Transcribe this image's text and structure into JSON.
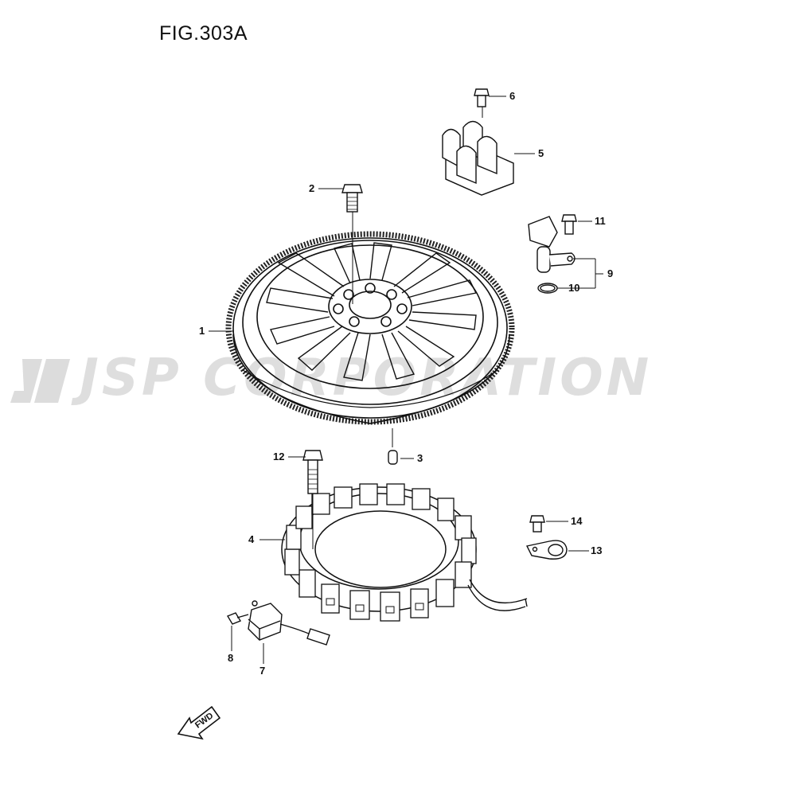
{
  "figure": {
    "title": "FIG.303A",
    "watermark": "JSP CORPORATION",
    "fwd_label": "FWD"
  },
  "parts": [
    {
      "ref": "1"
    },
    {
      "ref": "2"
    },
    {
      "ref": "3"
    },
    {
      "ref": "4"
    },
    {
      "ref": "5"
    },
    {
      "ref": "6"
    },
    {
      "ref": "7"
    },
    {
      "ref": "8"
    },
    {
      "ref": "9"
    },
    {
      "ref": "10"
    },
    {
      "ref": "11"
    },
    {
      "ref": "12"
    },
    {
      "ref": "13"
    },
    {
      "ref": "14"
    }
  ],
  "colors": {
    "ink": "#111111",
    "watermark": "#d9d9d9"
  }
}
